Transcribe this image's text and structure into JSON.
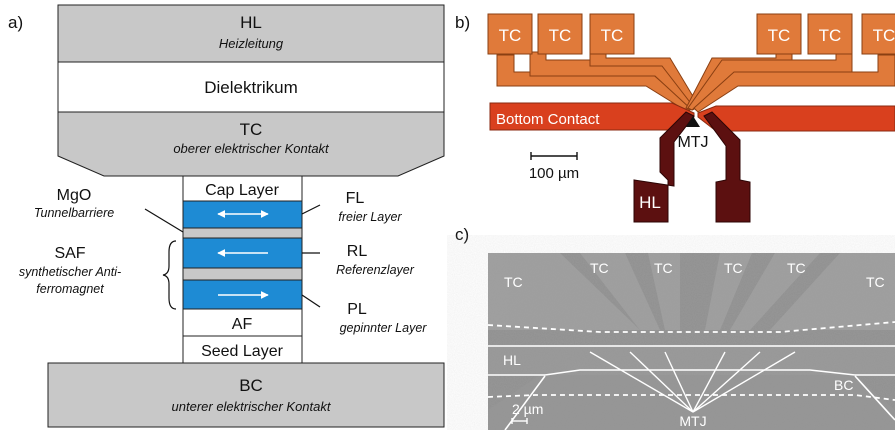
{
  "panel_a": {
    "label": "a)",
    "hl": {
      "abbr": "HL",
      "desc": "Heizleitung"
    },
    "dielectric": "Dielektrikum",
    "tc": {
      "abbr": "TC",
      "desc": "oberer elektrischer Kontakt"
    },
    "cap": "Cap Layer",
    "af": "AF",
    "seed": "Seed Layer",
    "bc": {
      "abbr": "BC",
      "desc": "unterer elektrischer Kontakt"
    },
    "mgo": {
      "abbr": "MgO",
      "desc": "Tunnelbarriere"
    },
    "saf": {
      "abbr": "SAF",
      "desc_line1": "synthetischer Anti-",
      "desc_line2": "ferromagnet"
    },
    "fl": {
      "abbr": "FL",
      "desc": "freier Layer"
    },
    "rl": {
      "abbr": "RL",
      "desc": "Referenzlayer"
    },
    "pl": {
      "abbr": "PL",
      "desc": "gepinnter Layer"
    }
  },
  "panel_b": {
    "label": "b)",
    "tc_labels": [
      "TC",
      "TC",
      "TC",
      "TC",
      "TC",
      "TC"
    ],
    "bottom_contact": "Bottom Contact",
    "mtj": "MTJ",
    "hl": "HL",
    "scale": "100 µm"
  },
  "panel_c": {
    "label": "c)",
    "tc_labels": [
      "TC",
      "TC",
      "TC",
      "TC",
      "TC",
      "TC"
    ],
    "hl": "HL",
    "bc": "BC",
    "mtj": "MTJ",
    "scale": "2 µm"
  },
  "colors": {
    "gray_layer": "#c8c8c8",
    "blue_layer": "#1e8bd4",
    "tc_orange": "#e07a3a",
    "bottom_red": "#d9401e",
    "hl_dark": "#5c1010",
    "sem_bg": "#8f8f8f"
  }
}
